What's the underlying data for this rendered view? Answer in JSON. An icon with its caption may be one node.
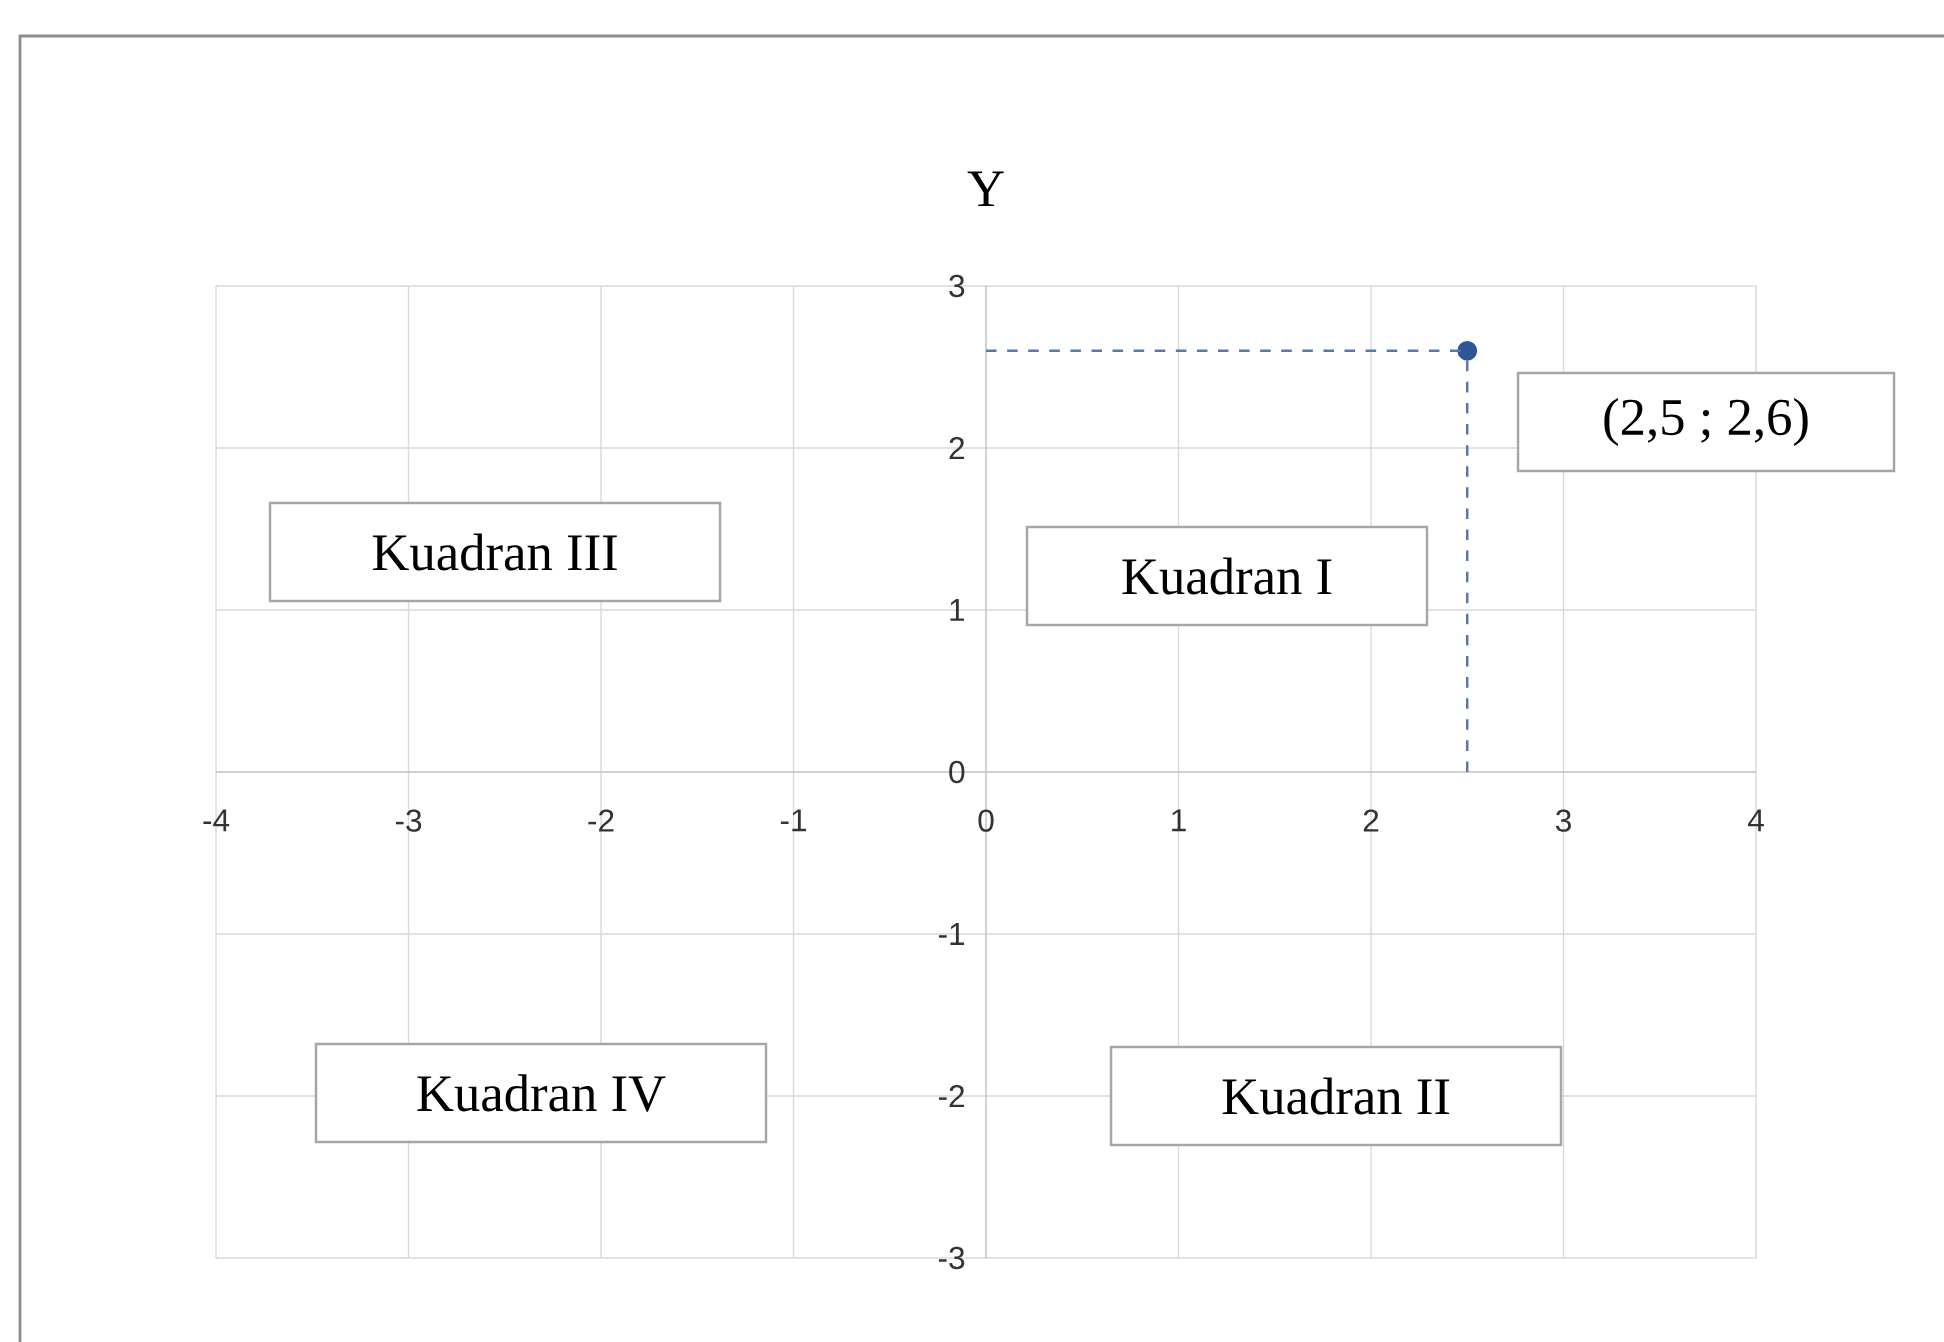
{
  "diagram": {
    "nodes": [
      {
        "text": [
          "Kuadran III"
        ]
      },
      {
        "text": [
          "Kuadran I"
        ]
      },
      {
        "text": [
          "(2,5 ; 2,6)"
        ]
      },
      {
        "text": [
          "Kuadran IV"
        ]
      },
      {
        "text": [
          "Kuadran II"
        ]
      }
    ],
    "chart_data": {
      "type": "scatter",
      "ylabel": "Y",
      "x": [
        2.5
      ],
      "series": [
        {
          "color": "#2f5597",
          "values": [
            2.6
          ]
        }
      ],
      "xlim": [
        -4,
        4
      ],
      "ylim": [
        -3,
        3
      ],
      "xticks": [
        -4,
        -3,
        -2,
        -1,
        0,
        1,
        2,
        3,
        4
      ],
      "yticks": [
        -3,
        -2,
        -1,
        0,
        1,
        2,
        3
      ],
      "grid": true,
      "ref_lines": [
        {
          "axis": "y",
          "value": 2.6,
          "color": "#5877ac"
        },
        {
          "axis": "x",
          "value": 2.5,
          "color": "#5877ac"
        }
      ]
    }
  }
}
